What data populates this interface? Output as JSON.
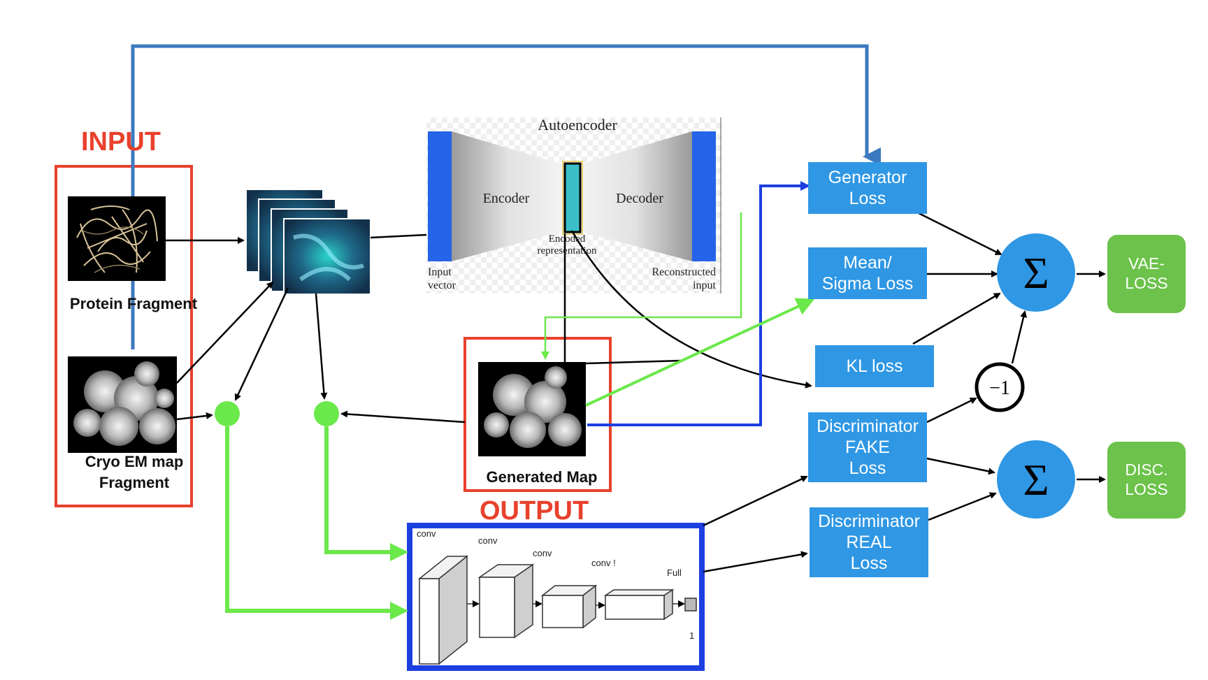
{
  "input": {
    "title": "INPUT",
    "protein_caption": "Protein Fragment",
    "cryo_caption": "Cryo EM map\nFragment"
  },
  "output": {
    "title": "OUTPUT",
    "generated_caption": "Generated Map"
  },
  "autoencoder": {
    "title": "Autoencoder",
    "encoder": "Encoder",
    "decoder": "Decoder",
    "encoded": "Encoded\nrepresentation",
    "input_vector": "Input\nvector",
    "reconstructed": "Reconstructed\ninput"
  },
  "losses": {
    "generator": "Generator\nLoss",
    "mean_sigma": "Mean/\nSigma Loss",
    "kl": "KL loss",
    "disc_fake": "Discriminator\nFAKE\nLoss",
    "disc_real": "Discriminator\nREAL\nLoss"
  },
  "sums": {
    "symbol": "Σ",
    "neg_one": "−1"
  },
  "totals": {
    "vae": "VAE-\nLOSS",
    "disc": "DISC.\nLOSS"
  },
  "discriminator_net": {
    "conv1": "conv",
    "conv2": "conv",
    "conv3": "conv",
    "conv4": "conv !",
    "full": "Full",
    "one": "1"
  },
  "colors": {
    "red": "#e8412c",
    "blue_box": "#2f97e4",
    "blue_line": "#1c3fe0",
    "steel_line": "#3c7ac0",
    "green_line": "#6be84a",
    "green_box": "#6cc24a",
    "sigma": "#2f97e4"
  }
}
